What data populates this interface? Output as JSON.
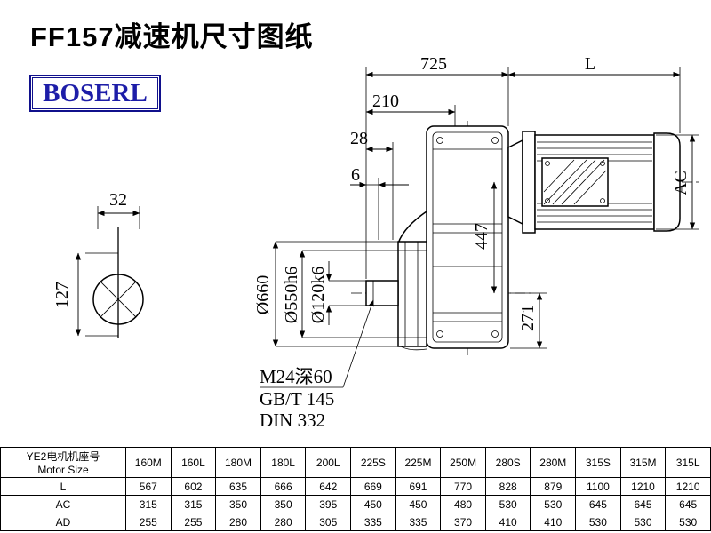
{
  "title": "FF157减速机尺寸图纸",
  "logo_text": "BOSERL",
  "colors": {
    "logo_blue": "#1d1da8"
  },
  "drawing": {
    "dim_725": "725",
    "dim_L": "L",
    "dim_210": "210",
    "dim_28": "28",
    "dim_6": "6",
    "dim_AC": "AC",
    "dim_447": "447",
    "dim_271": "271",
    "dim_660": "Ø660",
    "dim_550": "Ø550h6",
    "dim_120": "Ø120k6",
    "dim_32": "32",
    "dim_127": "127",
    "note_thread": "M24深60",
    "note_gb": "GB/T 145",
    "note_din": "DIN 332"
  },
  "table": {
    "corner_line1": "YE2电机机座号",
    "corner_line2": "Motor Size",
    "sizes": [
      "160M",
      "160L",
      "180M",
      "180L",
      "200L",
      "225S",
      "225M",
      "250M",
      "280S",
      "280M",
      "315S",
      "315M",
      "315L"
    ],
    "rows": [
      {
        "label": "L",
        "values": [
          567,
          602,
          635,
          666,
          642,
          669,
          691,
          770,
          828,
          879,
          1100,
          1210,
          1210
        ]
      },
      {
        "label": "AC",
        "values": [
          315,
          315,
          350,
          350,
          395,
          450,
          450,
          480,
          530,
          530,
          645,
          645,
          645
        ]
      },
      {
        "label": "AD",
        "values": [
          255,
          255,
          280,
          280,
          305,
          335,
          335,
          370,
          410,
          410,
          530,
          530,
          530
        ]
      }
    ]
  }
}
